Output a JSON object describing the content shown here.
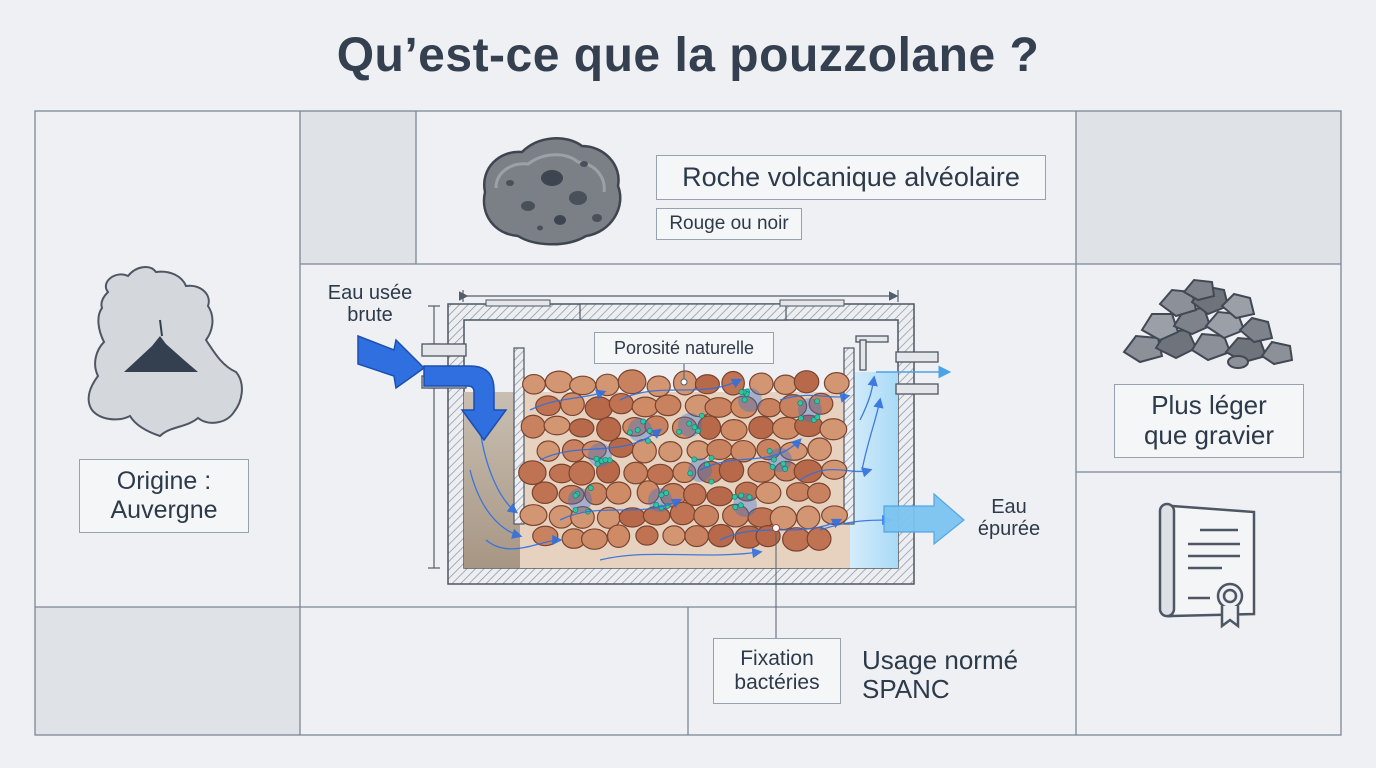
{
  "title": "Qu’est-ce que la pouzzolane ?",
  "labels": {
    "roche": "Roche volcanique alvéolaire",
    "couleur": "Rouge ou noir",
    "origine_1": "Origine :",
    "origine_2": "Auvergne",
    "leger_1": "Plus léger",
    "leger_2": "que gravier",
    "eau_usee_1": "Eau usée",
    "eau_usee_2": "brute",
    "porosite": "Porosité naturelle",
    "eau_epuree_1": "Eau",
    "eau_epuree_2": "épurée",
    "fixation_1": "Fixation",
    "fixation_2": "bactéries",
    "usage_1": "Usage normé",
    "usage_2": "SPANC"
  },
  "colors": {
    "background": "#eef0f3",
    "grid_line": "#7d8794",
    "shaded_cell": "#dfe2e6",
    "rock_dark": "#7b7f86",
    "pozzolan_red": "#c9825f",
    "water_blue": "#2f6fdf",
    "clean_water": "#7cc4f0",
    "bacteria": "#2ec4a6"
  },
  "icons": [
    "volcanic-rock-icon",
    "auvergne-map-icon",
    "gravel-pile-icon",
    "certificate-icon",
    "filter-tank-diagram"
  ]
}
